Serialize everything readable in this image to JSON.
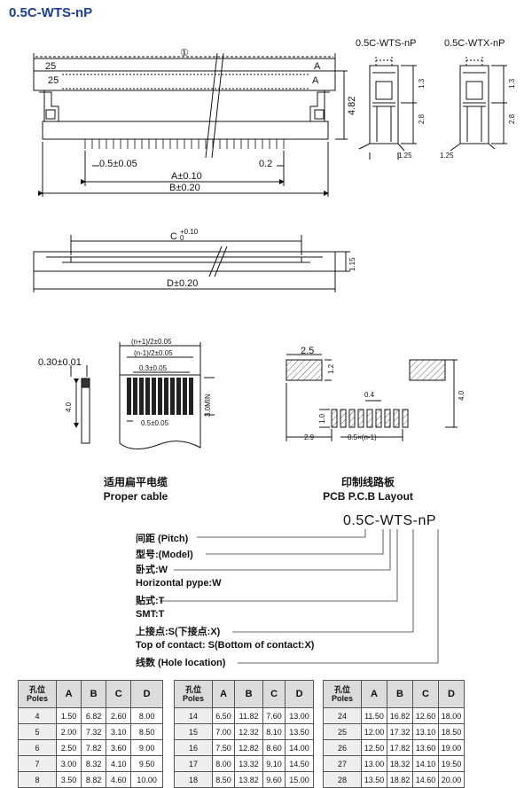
{
  "title": "0.5C-WTS-nP",
  "side_views": {
    "left": "0.5C-WTS-nP",
    "right": "0.5C-WTX-nP"
  },
  "top_view": {
    "count_label": "25",
    "row_label": "A",
    "circle": "①",
    "pitch": "0.5±0.05",
    "small": "0.2",
    "height": "4.82",
    "dim_a": "A±0.10",
    "dim_b": "B±0.20"
  },
  "side_dims": {
    "d13": "1.3",
    "d28": "2.8",
    "d125": "1.25"
  },
  "bottom_view": {
    "dim_c": "C",
    "c_tol_plus": "+0.10",
    "c_tol_zero": "0",
    "height": "1.15",
    "dim_d": "D±0.20"
  },
  "cable": {
    "d1": "(n+1)/2±0.05",
    "d2": "(n-1)/2±0.05",
    "d3": "0.3±0.05",
    "pitch": "0.5±0.05",
    "thickness": "0.30±0.01",
    "len": "4.0",
    "min": "3.0MIN"
  },
  "pcb": {
    "w": "2.5",
    "h": "1.2",
    "p04": "0.4",
    "h40": "4.0",
    "h10": "1.0",
    "x29": "2.9",
    "pitch": "0.5×(n-1)"
  },
  "captions": {
    "cable_cn": "适用扁平电缆",
    "cable_en": "Proper cable",
    "pcb_cn": "印制线路板",
    "pcb_en": "PCB P.C.B Layout"
  },
  "model": "0.5C-WTS-nP",
  "legend": [
    "间距 (Pitch)",
    "型号:(Model)",
    "卧式:W",
    "Horizontal pype:W",
    "贴式:T",
    "SMT:T",
    "上接点:S(下接点:X)",
    "Top of contact: S(Bottom of contact:X)",
    "线数 (Hole location)"
  ],
  "table_headers": {
    "pole_cn": "孔位",
    "pole_en": "Poles",
    "cols": [
      "A",
      "B",
      "C",
      "D"
    ]
  },
  "tables": [
    [
      [
        "4",
        "1.50",
        "6.82",
        "2.60",
        "8.00"
      ],
      [
        "5",
        "2.00",
        "7.32",
        "3.10",
        "8.50"
      ],
      [
        "6",
        "2.50",
        "7.82",
        "3.60",
        "9.00"
      ],
      [
        "7",
        "3.00",
        "8.32",
        "4.10",
        "9.50"
      ],
      [
        "8",
        "3.50",
        "8.82",
        "4.60",
        "10.00"
      ]
    ],
    [
      [
        "14",
        "6.50",
        "11.82",
        "7.60",
        "13.00"
      ],
      [
        "15",
        "7.00",
        "12.32",
        "8.10",
        "13.50"
      ],
      [
        "16",
        "7.50",
        "12.82",
        "8.60",
        "14.00"
      ],
      [
        "17",
        "8.00",
        "13.32",
        "9.10",
        "14.50"
      ],
      [
        "18",
        "8.50",
        "13.82",
        "9.60",
        "15.00"
      ]
    ],
    [
      [
        "24",
        "11.50",
        "16.82",
        "12.60",
        "18.00"
      ],
      [
        "25",
        "12.00",
        "17.32",
        "13.10",
        "18.50"
      ],
      [
        "26",
        "12.50",
        "17.82",
        "13.60",
        "19.00"
      ],
      [
        "27",
        "13.00",
        "18.32",
        "14.10",
        "19.50"
      ],
      [
        "28",
        "13.50",
        "18.82",
        "14.60",
        "20.00"
      ]
    ]
  ]
}
